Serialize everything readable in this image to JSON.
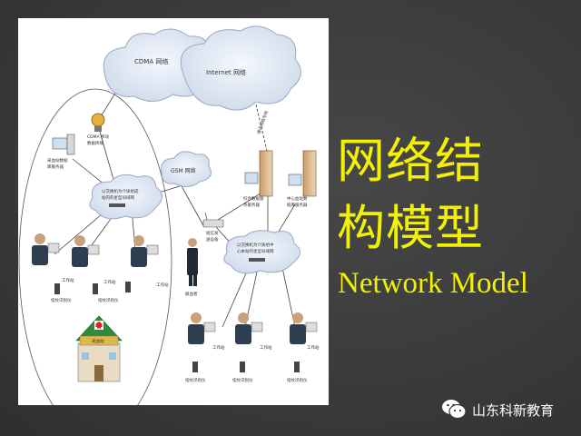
{
  "slide": {
    "title_line1": "网络结",
    "title_line2": "构模型",
    "title_en": "Network Model",
    "watermark": "山东科新教育",
    "title_color": "#f2f200"
  },
  "diagram": {
    "clouds": {
      "cdma": "CDMA 网络",
      "internet": "Internet 网络",
      "gsm": "GSM 网络",
      "left_lan": [
        "以交换机为介质组成",
        "站内的星型局域网"
      ],
      "right_lan": [
        "以交换机为介质组中",
        "心本站的星型局域网"
      ]
    },
    "nodes": {
      "cdma_terminal": [
        "CDMA 移动",
        "数据终端"
      ],
      "monitor_server": [
        "采血站数据",
        "库服务器"
      ],
      "sms_device": [
        "短信发",
        "送设备"
      ],
      "comm_server": [
        "综合数据服",
        "务服务器"
      ],
      "center_server": [
        "中心血站数",
        "据库服务器"
      ],
      "manager": "献血者",
      "workstation_label": "工作站",
      "printer_label": "指纹识别仪",
      "station_label": "采血站",
      "dashed_link": "通讯网络专网"
    }
  }
}
